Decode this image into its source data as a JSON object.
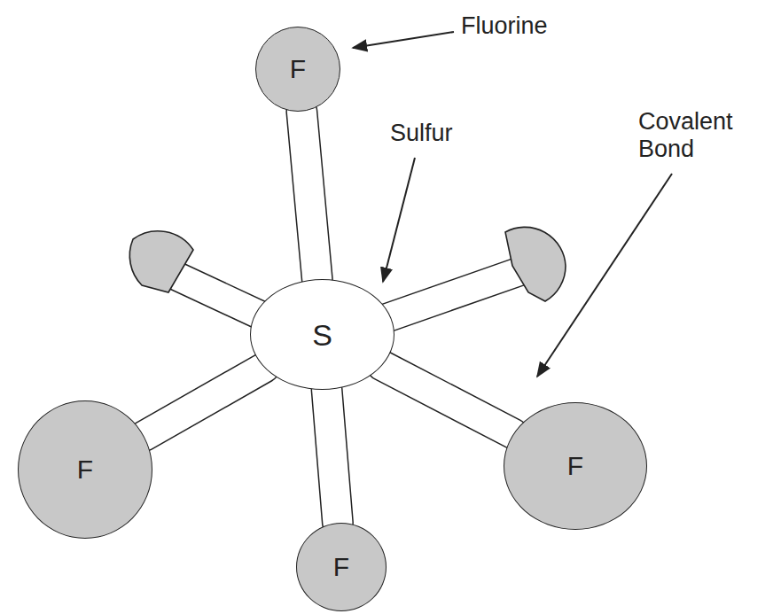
{
  "diagram": {
    "nodes": [
      {
        "text": [
          "F"
        ]
      },
      {
        "text": [
          "S"
        ]
      },
      {
        "text": [
          "F"
        ]
      },
      {
        "text": [
          "F"
        ]
      },
      {
        "text": [
          "F"
        ]
      }
    ],
    "edges": [
      {
        "from": 1,
        "to": 0,
        "arrow": "none"
      },
      {
        "from": 1,
        "to": 2,
        "arrow": "none"
      },
      {
        "from": 1,
        "to": 3,
        "arrow": "none"
      },
      {
        "from": 1,
        "to": 4,
        "arrow": "none"
      }
    ],
    "labels": [
      "Fluorine",
      "Sulfur",
      "Covalent Bond"
    ]
  }
}
